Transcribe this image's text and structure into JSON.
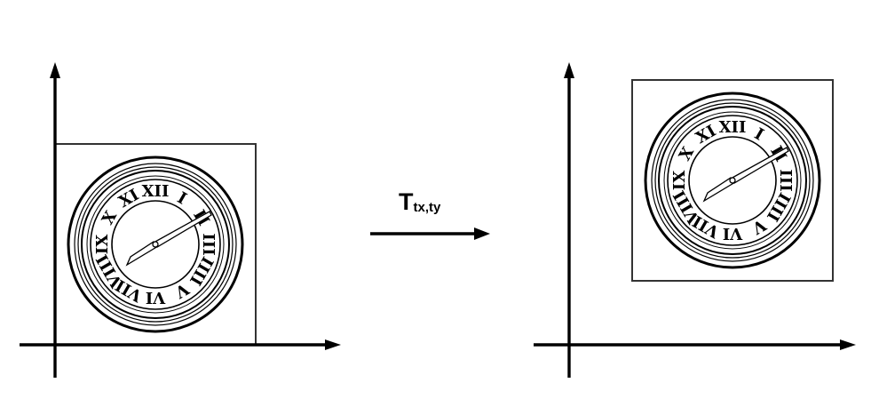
{
  "transform": {
    "symbol": "T",
    "subscript": "tx,ty"
  },
  "colors": {
    "stroke": "#000000",
    "frame": "#333333",
    "background": "#ffffff",
    "clock_face": "#ffffff"
  },
  "clock": {
    "numerals": [
      "XII",
      "I",
      "II",
      "III",
      "IIII",
      "V",
      "VI",
      "VII",
      "VIII",
      "IX",
      "X",
      "XI"
    ]
  }
}
